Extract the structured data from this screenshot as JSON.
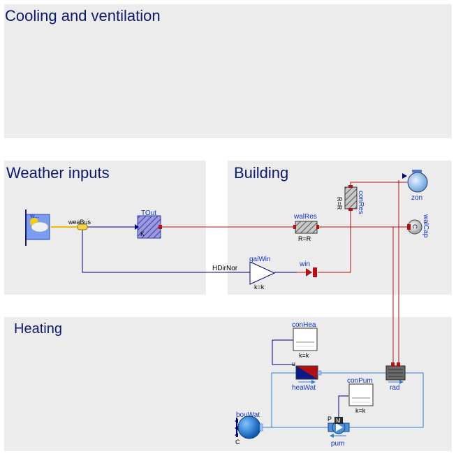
{
  "regions": {
    "cooling": {
      "title": "Cooling and ventilation"
    },
    "weather": {
      "title": "Weather inputs"
    },
    "building": {
      "title": "Building"
    },
    "heating": {
      "title": "Heating"
    }
  },
  "components": {
    "weather_source": {
      "label": "w..."
    },
    "weather_bus": {
      "label": "weaBus"
    },
    "tout": {
      "label": "TOut",
      "param": "K"
    },
    "hdirnor": {
      "label": "HDirNor"
    },
    "gaiwin": {
      "label": "gaiWin",
      "param": "k=k"
    },
    "win": {
      "label": "win"
    },
    "walres": {
      "label": "walRes",
      "param": "R=R"
    },
    "conres": {
      "label": "conRes",
      "param": "R=R"
    },
    "zon": {
      "label": "zon"
    },
    "walcap": {
      "label": "walCap",
      "symbol": "C"
    },
    "conhea": {
      "label": "conHea",
      "param": "k=k"
    },
    "heawat": {
      "label": "heaWat",
      "port": "u"
    },
    "rad": {
      "label": "rad"
    },
    "conpum": {
      "label": "conPum",
      "param": "k=k"
    },
    "pum": {
      "label": "pum",
      "port_p": "P",
      "symbol": "M"
    },
    "bouwat": {
      "label": "bouWat",
      "symbol": "C"
    }
  },
  "colors": {
    "region_bg": "#ececec",
    "title": "#0b1a6e",
    "signal_line": "#00007f",
    "heat_line": "#b41212",
    "fluid_line": "#2f7fcf",
    "bus_line": "#f5b800",
    "label_blue": "#1133cc"
  }
}
